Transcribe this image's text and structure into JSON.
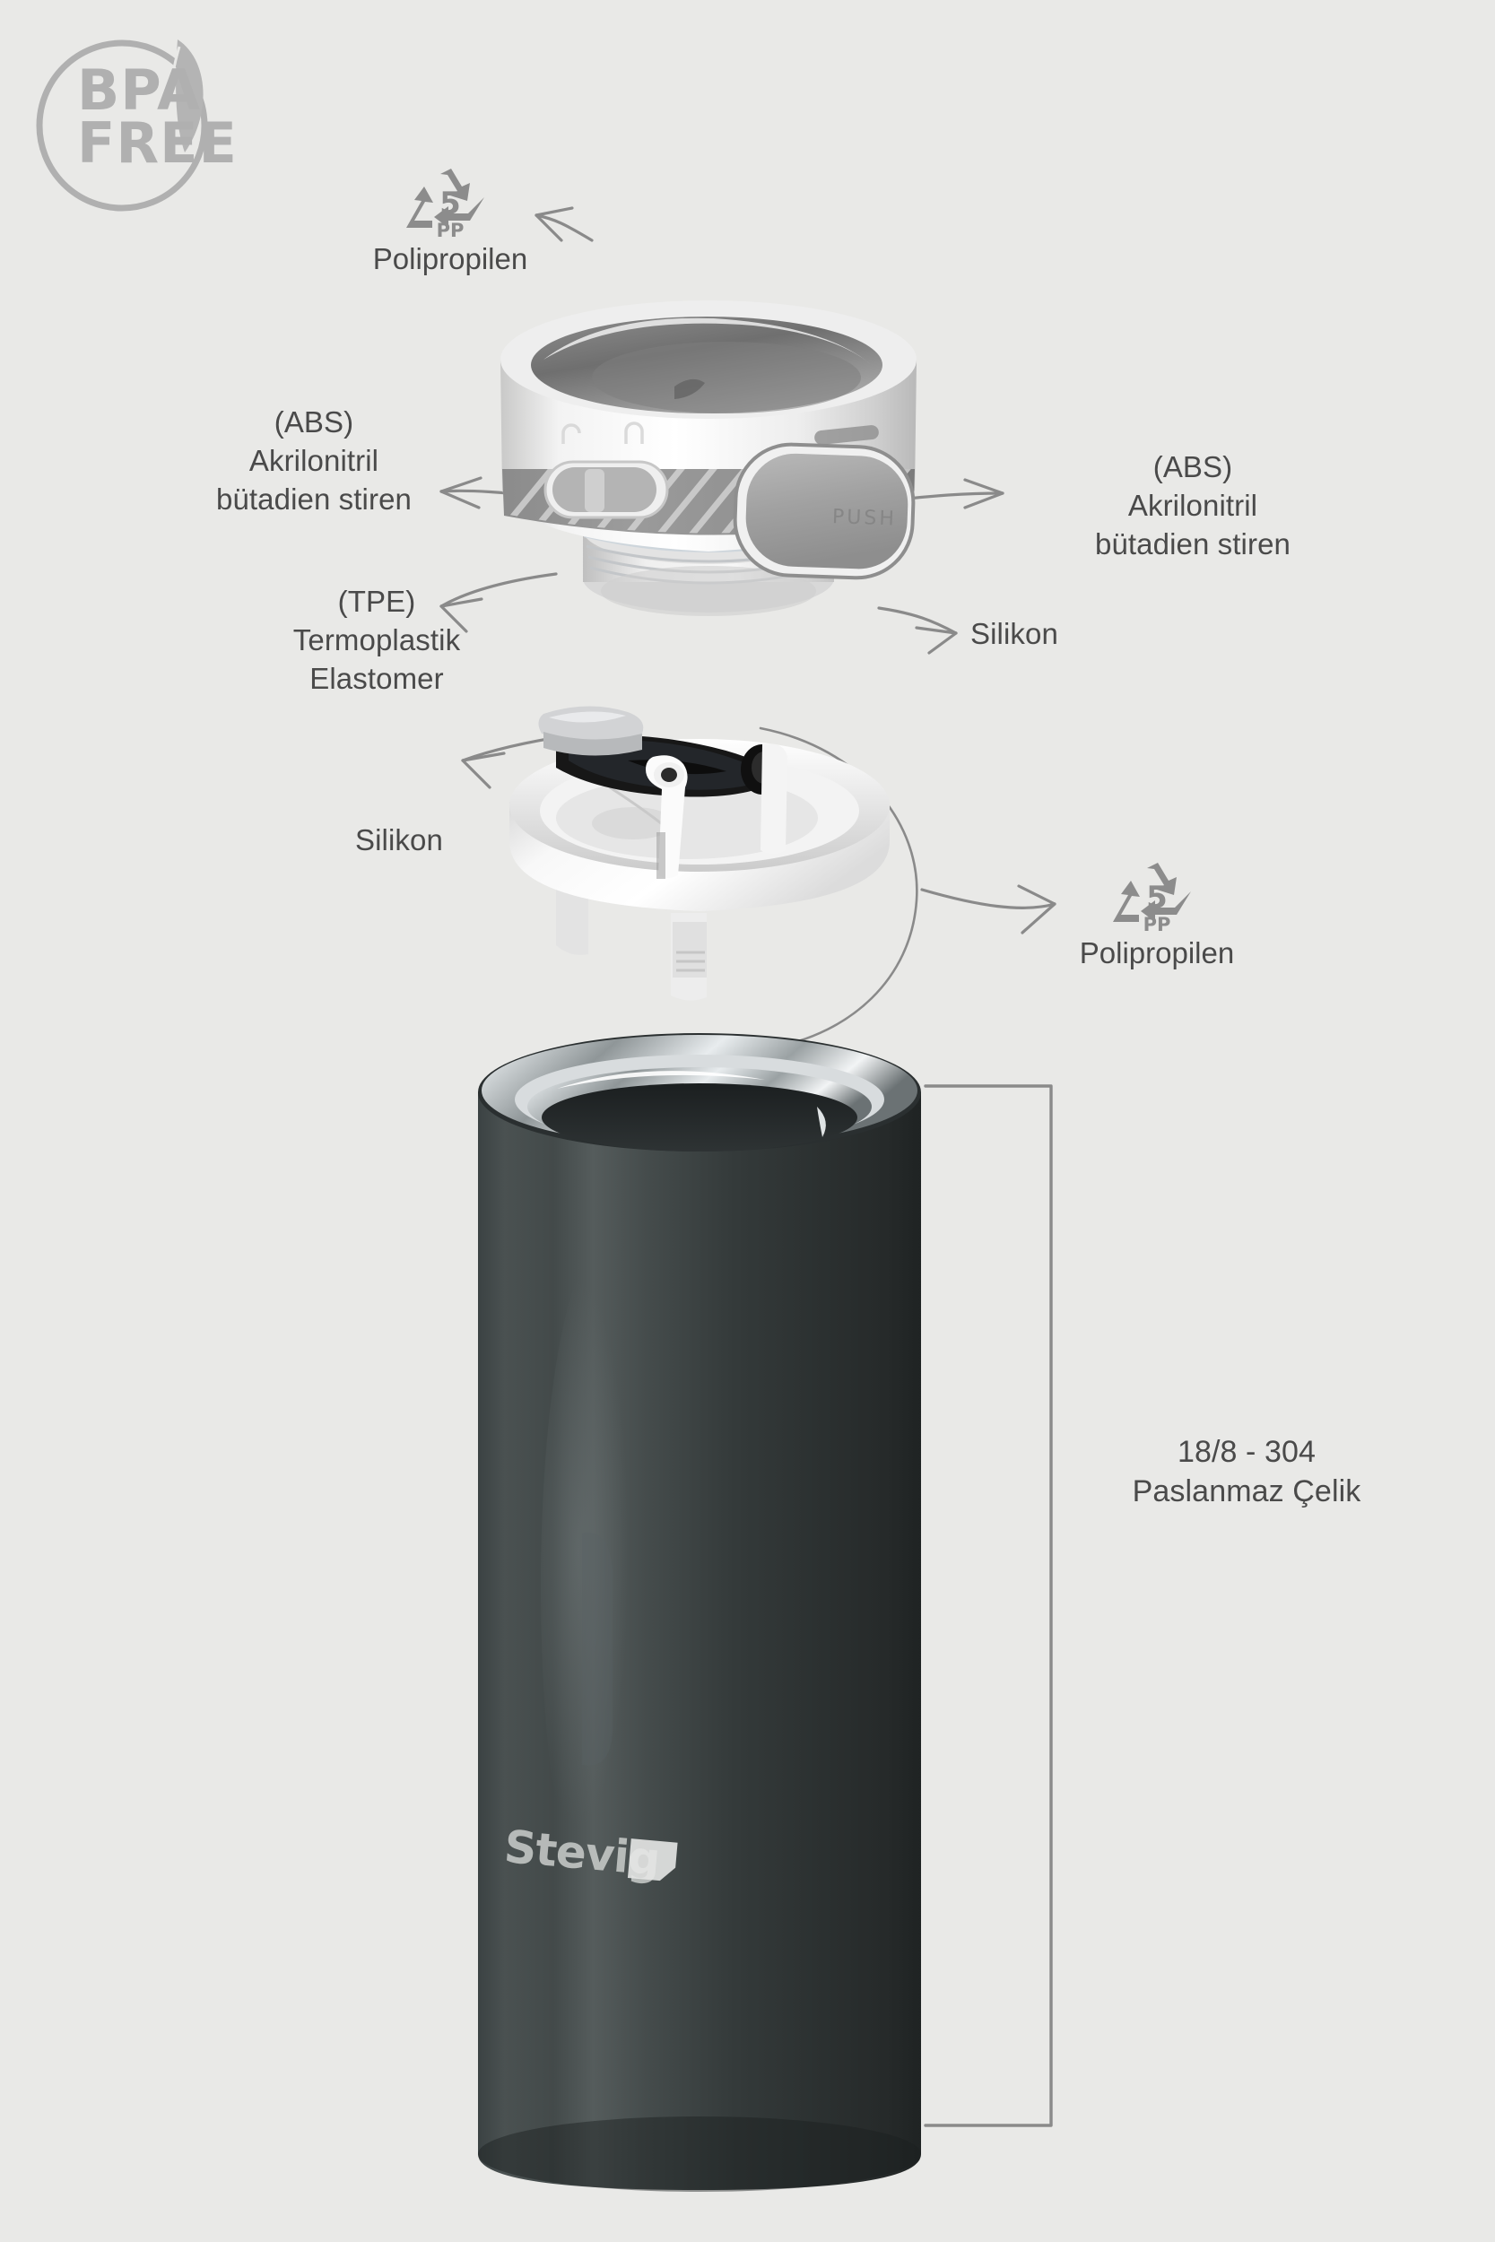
{
  "page": {
    "background_color": "#e9e9e7",
    "text_color": "#4a4a4a",
    "product_color": "#343a3a",
    "accent_gray": "#8c8c8c"
  },
  "badge": {
    "name": "bpa-free-badge",
    "line1": "BPA",
    "line2": "FREE",
    "icon": "leaf-icon"
  },
  "labels": {
    "polypropylene_top": {
      "icon": "recycle-5-pp-icon",
      "code": "5",
      "code_sub": "PP",
      "text": "Polipropilen"
    },
    "abs_left": {
      "text": "(ABS)\nAkrilonitril\nbütadien stiren"
    },
    "abs_right": {
      "text": "(ABS)\nAkrilonitril\nbütadien stiren"
    },
    "tpe_left": {
      "text": "(TPE)\nTermoplastik\nElastomer"
    },
    "silicone_right": {
      "text": "Silikon"
    },
    "silicone_left": {
      "text": "Silikon"
    },
    "polypropylene_bottom": {
      "icon": "recycle-5-pp-icon",
      "code": "5",
      "code_sub": "PP",
      "text": "Polipropilen"
    },
    "steel": {
      "text": "18/8 - 304\nPaslanmaz Çelik"
    }
  },
  "product": {
    "brand": "Stevig",
    "lid_button_text": "PUSH",
    "lid_name": "bottle-lid",
    "valve_name": "bottle-valve-assembly",
    "body_name": "bottle-body"
  }
}
